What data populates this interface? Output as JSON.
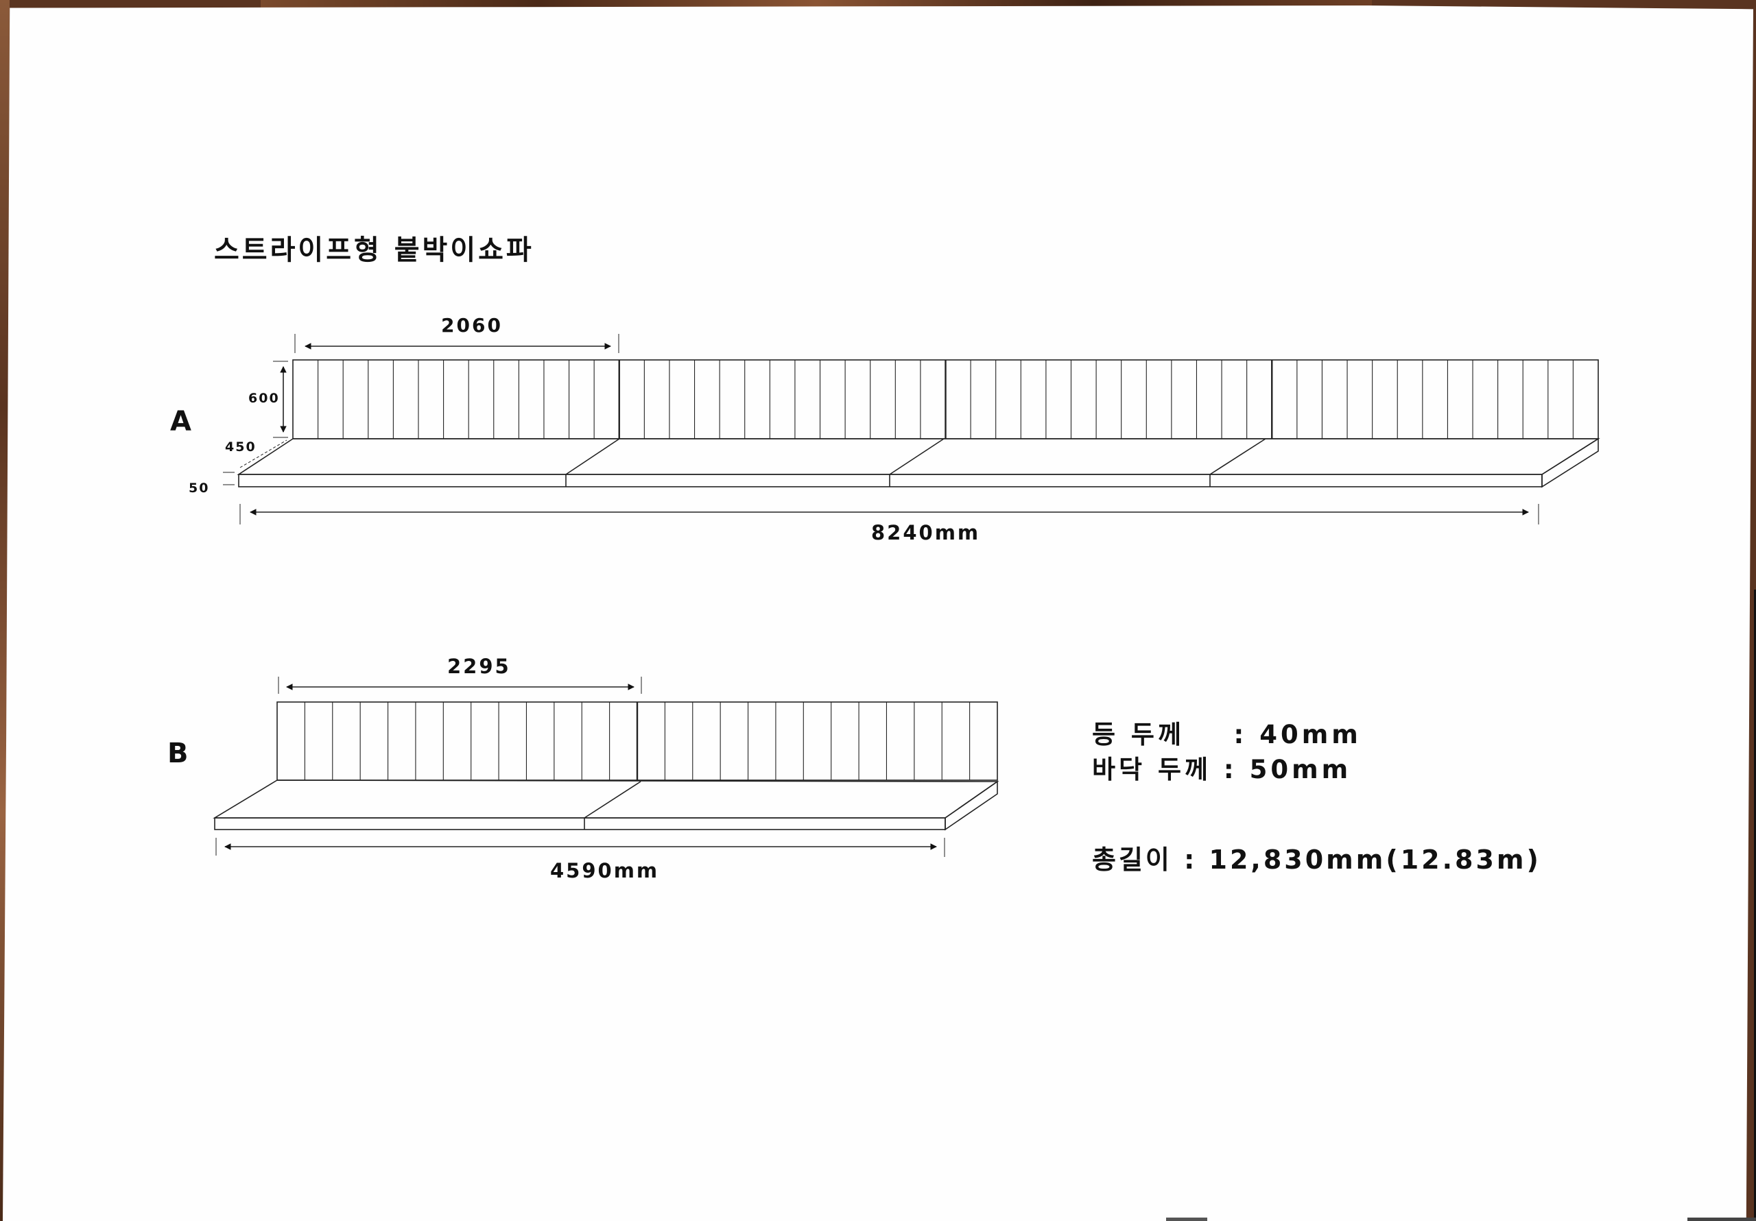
{
  "document": {
    "title": "스트라이프형 붙박이쇼파"
  },
  "sofa_a": {
    "label": "A",
    "section_width": "2060",
    "back_height": "600",
    "seat_depth": "450",
    "seat_thickness": "50",
    "total_length": "8240mm",
    "panel_count": 4,
    "slats_per_panel": 13
  },
  "sofa_b": {
    "label": "B",
    "section_width": "2295",
    "total_length": "4590mm",
    "panel_count": 2,
    "slats_per_panel": 13
  },
  "specs": {
    "back_thickness": "등 두께    : 40mm",
    "floor_thickness": "바닥 두께 : 50mm",
    "total_length": "총길이 : 12,830mm(12.83m)"
  },
  "colors": {
    "ink": "#111111",
    "paper": "#fefefe",
    "wood": "#5a3420"
  }
}
